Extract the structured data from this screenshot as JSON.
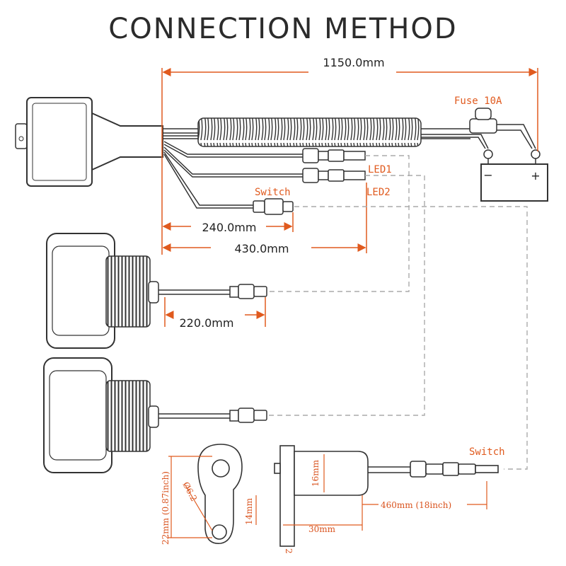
{
  "title": "CONNECTION METHOD",
  "dimensions": {
    "total_length": "1150.0mm",
    "switch_branch": "240.0mm",
    "led_branch": "430.0mm",
    "light_cable": "220.0mm",
    "switch_cable": "460mm (18inch)",
    "switch_body_width": "30mm",
    "switch_body_height": "16mm",
    "bracket_height": "14mm",
    "bracket_length": "22mm (0.87inch)",
    "hole_diameter": "Ø6.2",
    "bracket_thickness": "2"
  },
  "labels": {
    "fuse": "Fuse 10A",
    "led1": "LED1",
    "led2": "LED2",
    "switch_top": "Switch",
    "switch_bottom": "Switch",
    "battery_minus": "−",
    "battery_plus": "+"
  },
  "colors": {
    "accent": "#e05a1e",
    "line": "#333333",
    "dashed": "#aaaaaa"
  }
}
